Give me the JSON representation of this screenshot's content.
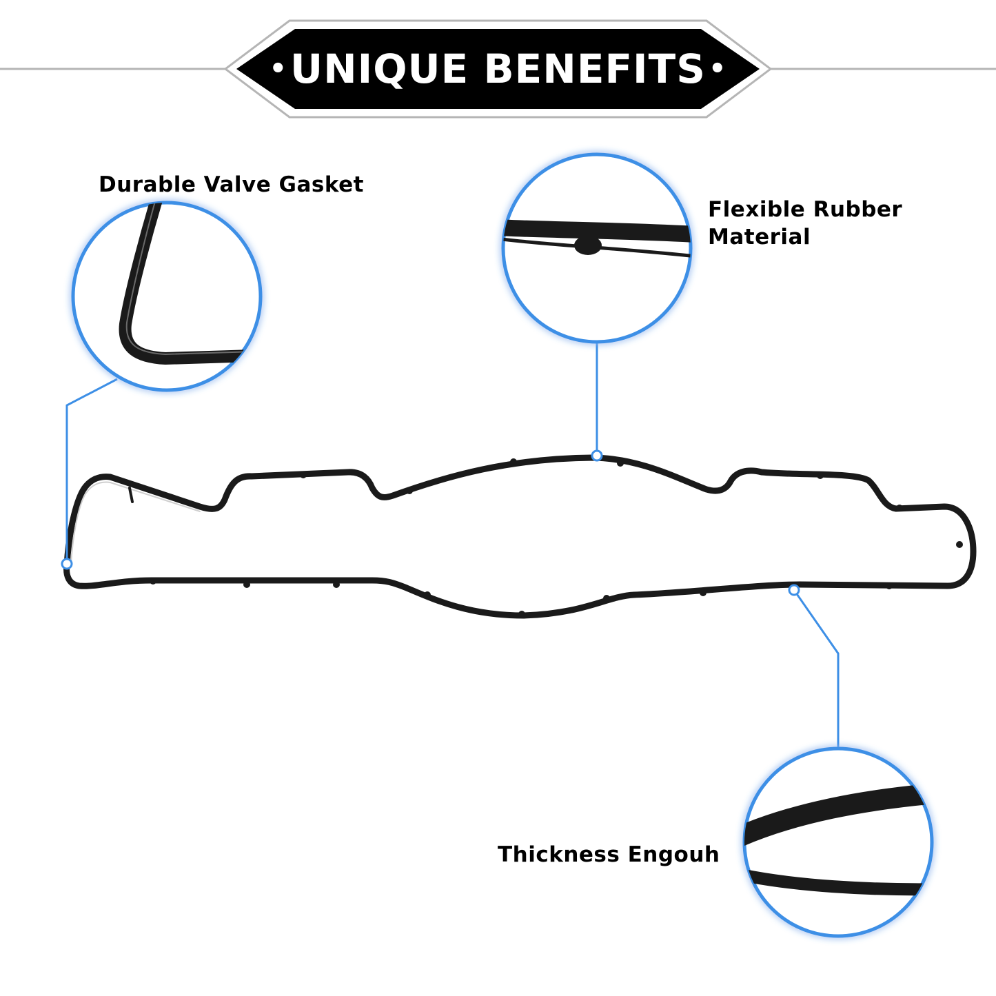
{
  "header": {
    "title": "UNIQUE BENEFITS",
    "bullet": "•"
  },
  "callouts": [
    {
      "id": "durable",
      "lines": [
        "Durable Valve Gasket"
      ]
    },
    {
      "id": "flexible",
      "lines": [
        "Flexible Rubber",
        "Material"
      ]
    },
    {
      "id": "thickness",
      "lines": [
        "Thickness Engouh"
      ]
    }
  ],
  "colors": {
    "banner_fill": "#000000",
    "banner_border": "#b5b5b5",
    "rule_line": "#b5b5b5",
    "callout_blue": "#3d8fe6",
    "gasket": "#1a1a1a",
    "text": "#000000",
    "background": "#ffffff"
  }
}
